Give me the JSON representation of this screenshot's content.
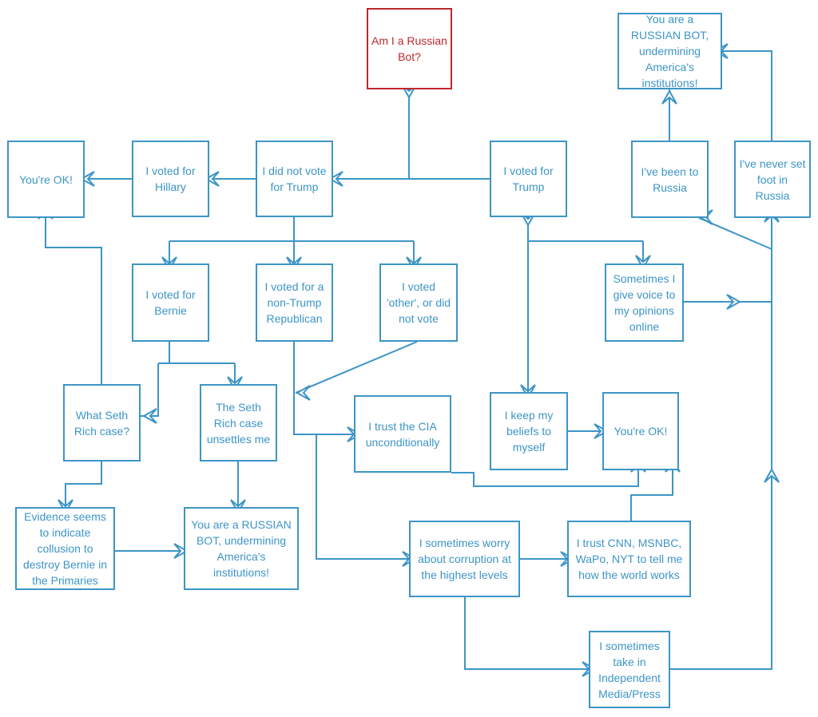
{
  "colors": {
    "stroke": "#3d95c6",
    "start": "#c0272d",
    "background": "#ffffff"
  },
  "nodes": {
    "start": "Am I a Russian Bot?",
    "ok_left": "You're OK!",
    "hillary": "I voted for Hillary",
    "not_trump": "I did not vote for Trump",
    "trump": "I voted for Trump",
    "bot_top": "You are a RUSSIAN BOT, undermining America's institutions!",
    "russia_been": "I've been to Russia",
    "russia_never": "I've never set foot in Russia",
    "bernie": "I voted for Bernie",
    "non_trump_rep": "I voted for a non-Trump Republican",
    "other": "I voted 'other', or did not vote",
    "voice": "Sometimes I give voice to my opinions online",
    "seth_what": "What Seth Rich case?",
    "seth_unsettles": "The Seth Rich case unsettles me",
    "cia": "I trust the CIA unconditionally",
    "keep_beliefs": "I keep my beliefs to myself",
    "ok_right": "You're OK!",
    "evidence": "Evidence seems to indicate collusion to destroy Bernie in the Primaries",
    "bot_bottom": "You are a RUSSIAN BOT, undermining America's institutions!",
    "corruption": "I sometimes worry about corruption at the highest levels",
    "cnn": "I trust CNN, MSNBC, WaPo, NYT to tell me how the world works",
    "independent": "I sometimes take in Independent Media/Press"
  }
}
